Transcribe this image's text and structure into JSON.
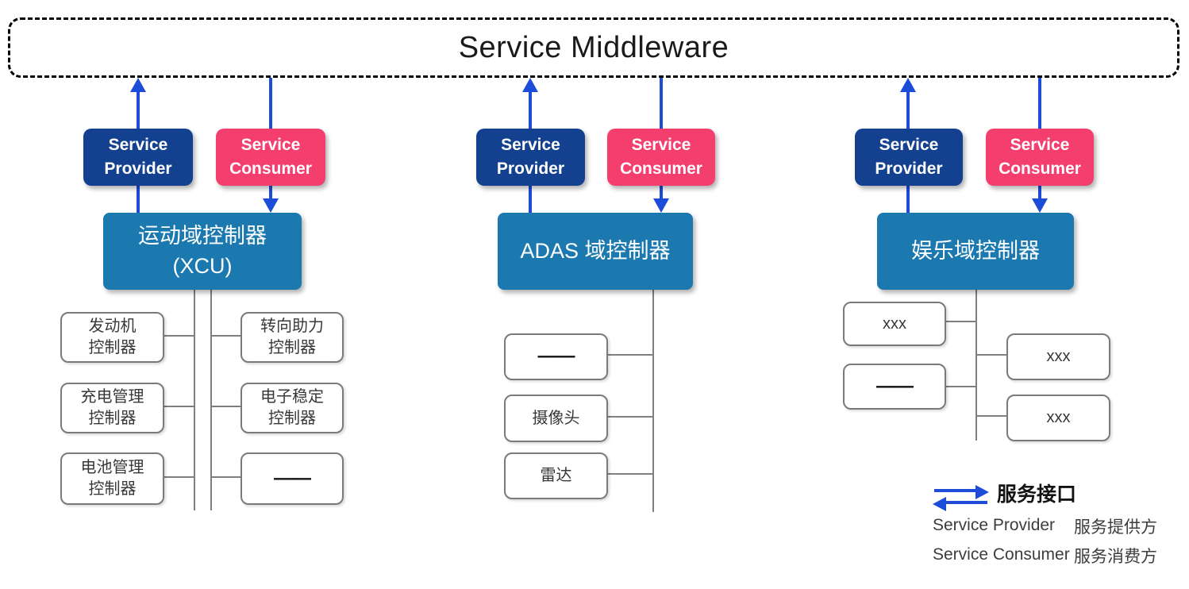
{
  "middleware": {
    "title": "Service Middleware"
  },
  "groups": [
    {
      "name": "motion-domain",
      "provider": "Service\nProvider",
      "consumer": "Service\nConsumer",
      "controller": "运动域控制器\n(XCU)",
      "children_left": [
        "发动机\n控制器",
        "充电管理\n控制器",
        "电池管理\n控制器"
      ],
      "children_right": [
        "转向助力\n控制器",
        "电子稳定\n控制器",
        "——"
      ]
    },
    {
      "name": "adas-domain",
      "provider": "Service\nProvider",
      "consumer": "Service\nConsumer",
      "controller": "ADAS 域控制器",
      "children_left": [
        "——",
        "摄像头",
        "雷达"
      ],
      "children_right": []
    },
    {
      "name": "entertainment-domain",
      "provider": "Service\nProvider",
      "consumer": "Service\nConsumer",
      "controller": "娱乐域控制器",
      "children_left": [
        "xxx",
        "——"
      ],
      "children_right": [
        "xxx",
        "xxx"
      ]
    }
  ],
  "legend": {
    "interface_label": "服务接口",
    "provider_term": "Service Provider",
    "provider_desc": "服务提供方",
    "consumer_term": "Service Consumer",
    "consumer_desc": "服务消费方"
  },
  "colors": {
    "provider_blue": "#14418f",
    "consumer_pink": "#f43e6e",
    "controller_teal": "#1b79b0",
    "arrow_blue": "#1d4cd8",
    "tree_gray": "#7f7f7f"
  }
}
